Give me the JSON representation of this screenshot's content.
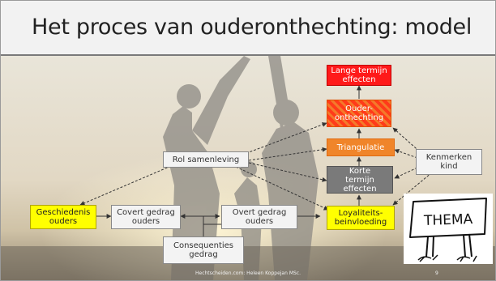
{
  "slide": {
    "title": "Het proces van ouderonthechting: model",
    "footer": "Hechtscheiden.com: Heleen Koppejan MSc.",
    "page_number": "9"
  },
  "diagram": {
    "nodes": {
      "lange_termijn": "Lange termijn effecten",
      "ouderonthechting": "Ouder-onthechting",
      "triangulatie": "Triangulatie",
      "korte_termijn": "Korte termijn effecten",
      "loyaliteit": "Loyaliteits-beinvloeding",
      "rol_samenleving": "Rol samenleving",
      "kenmerken_kind": "Kenmerken kind",
      "geschiedenis": "Geschiedenis ouders",
      "covert": "Covert gedrag ouders",
      "overt": "Overt gedrag ouders",
      "consequenties": "Consequenties gedrag"
    },
    "sign_text": "THEMA"
  },
  "colors": {
    "yellow": "#ffff00",
    "red": "#ff1a1a",
    "orange": "#f0852a",
    "gray": "#7a7a7a",
    "white": "#f3f3f3"
  }
}
